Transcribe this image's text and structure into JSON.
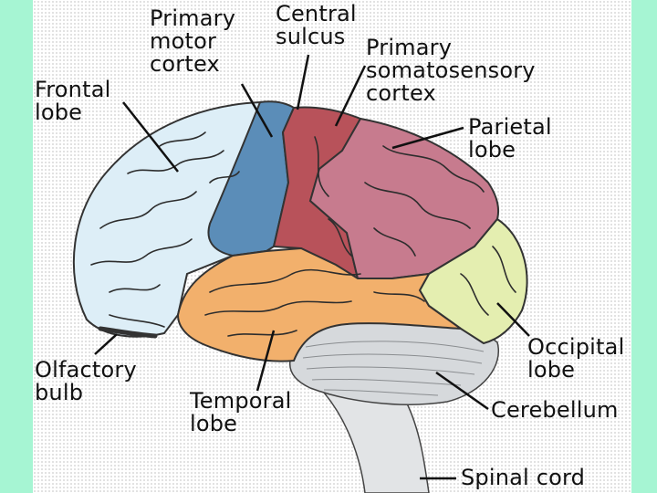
{
  "labels": {
    "primary_motor_cortex": "Primary\nmotor\ncortex",
    "central_sulcus": "Central\nsulcus",
    "primary_somatosensory_cortex": "Primary\nsomatosensory\ncortex",
    "frontal_lobe": "Frontal\nlobe",
    "parietal_lobe": "Parietal\nlobe",
    "occipital_lobe": "Occipital\nlobe",
    "olfactory_bulb": "Olfactory\nbulb",
    "temporal_lobe": "Temporal\nlobe",
    "cerebellum": "Cerebellum",
    "spinal_cord": "Spinal cord"
  },
  "colors": {
    "background": "#a6f5d3",
    "frontal": "#ddeef7",
    "motor": "#5b8db8",
    "somatosensory": "#b8525a",
    "parietal": "#c77b8e",
    "occipital": "#e4eeb0",
    "temporal": "#f2b06c",
    "cerebellum": "#d6d9dc",
    "brainstem": "#e2e4e6"
  }
}
